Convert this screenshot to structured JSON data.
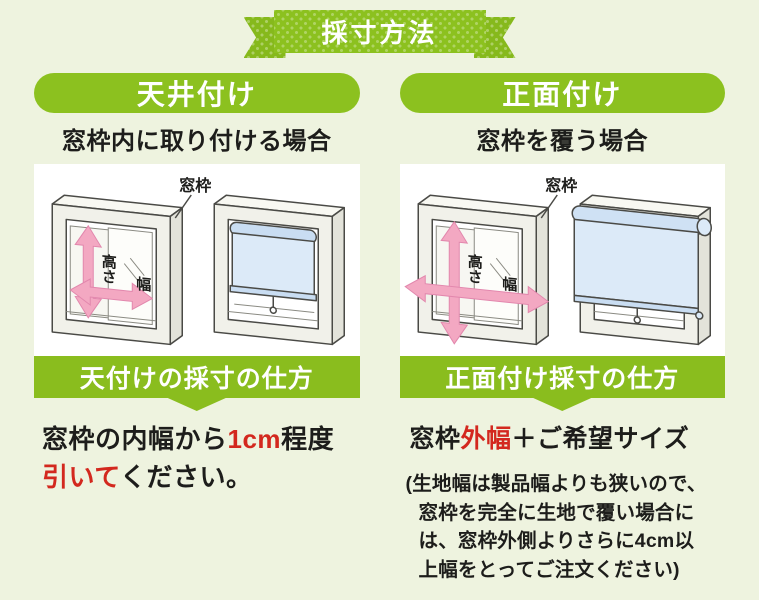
{
  "colors": {
    "background": "#eef3df",
    "green": "#8cc11f",
    "banner_green": "#8abd1e",
    "accent_red": "#d3281e",
    "arrow_pink": "#f3a8c2",
    "blind_blue": "#dceaf8",
    "blind_roll_blue": "#c9ddf2",
    "text": "#1d1d1b",
    "white": "#ffffff"
  },
  "ribbon": {
    "title": "採寸方法"
  },
  "left_column": {
    "pill": "天井付け",
    "subtitle": "窓枠内に取り付ける場合",
    "diagram": {
      "frame_label": "窓枠",
      "height_label": "高さ",
      "width_label": "幅"
    },
    "banner": "天付けの採寸の仕方",
    "result_segments": [
      {
        "text": "窓枠の内幅から",
        "red": false
      },
      {
        "text": "1cm",
        "red": true
      },
      {
        "text": "程度",
        "red": false
      },
      {
        "text": "引いて",
        "red": true
      },
      {
        "text": "ください。",
        "red": false
      }
    ]
  },
  "right_column": {
    "pill": "正面付け",
    "subtitle": "窓枠を覆う場合",
    "diagram": {
      "frame_label": "窓枠",
      "height_label": "高さ",
      "width_label": "幅"
    },
    "banner": "正面付け採寸の仕方",
    "result_segments": [
      {
        "text": "窓枠",
        "red": false
      },
      {
        "text": "外幅",
        "red": true
      },
      {
        "text": "＋ご希望サイズ",
        "red": false
      }
    ],
    "note_lines": [
      "(生地幅は製品幅よりも狭いので、",
      "窓枠を完全に生地で覆い場合に",
      "は、窓枠外側よりさらに4cm以",
      "上幅をとってご注文ください)"
    ]
  }
}
